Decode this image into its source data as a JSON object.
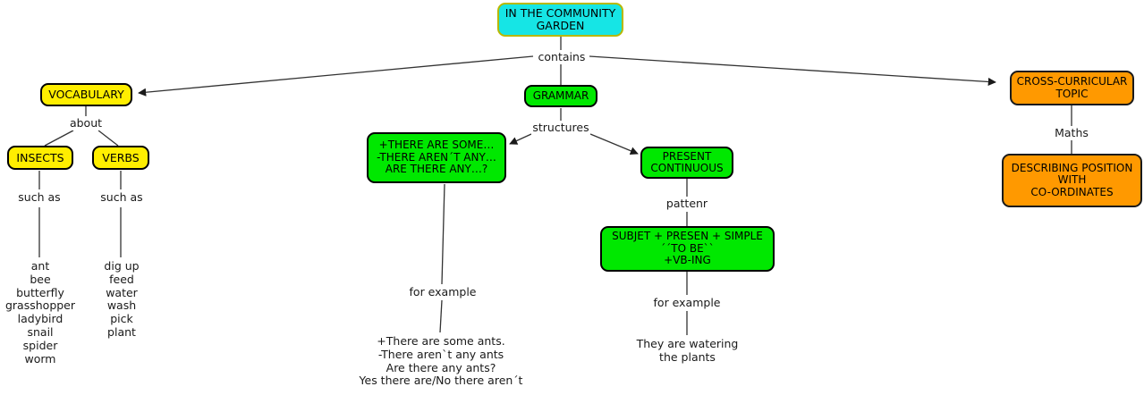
{
  "title": "Concept map: In the community garden",
  "colors": {
    "root": "#16e5e5",
    "vocabulary": "#ffee00",
    "grammar": "#00e800",
    "cross_curricular": "#ff9900",
    "text": "#000000",
    "edge": "#333333",
    "background": "#ffffff"
  },
  "nodes": {
    "root": {
      "label": "IN THE COMMUNITY\nGARDEN"
    },
    "vocabulary": {
      "label": "VOCABULARY"
    },
    "insects": {
      "label": "INSECTS"
    },
    "verbs": {
      "label": "VERBS"
    },
    "grammar": {
      "label": "GRAMMAR"
    },
    "there_are": {
      "label": "+THERE ARE SOME…\n-THERE AREN´T ANY…\nARE THERE ANY…?"
    },
    "present_continuous": {
      "label": "PRESENT\nCONTINUOUS"
    },
    "pattern": {
      "label": "SUBJET + PRESEN + SIMPLE\n´´TO BE``\n+VB-ING"
    },
    "cross_curricular": {
      "label": "CROSS-CURRICULAR\nTOPIC"
    },
    "describing_position": {
      "label": "DESCRIBING POSITION\nWITH\nCO-ORDINATES"
    }
  },
  "link_labels": {
    "contains": "contains",
    "about": "about",
    "such_as_insects": "such as",
    "such_as_verbs": "such as",
    "structures": "structures",
    "pattenr": "pattenr",
    "for_example_there_are": "for example",
    "for_example_present_continuous": "for example",
    "maths": "Maths"
  },
  "leaves": {
    "insect_words": "ant\nbee\nbutterfly\ngrasshopper\nladybird\nsnail\nspider\nworm",
    "verb_words": "dig up\nfeed\nwater\nwash\npick\nplant",
    "there_are_examples": "+There are some ants.\n-There aren`t any ants\nAre there any ants?\nYes there are/No there aren´t",
    "present_continuous_example": "They are watering\nthe plants"
  }
}
